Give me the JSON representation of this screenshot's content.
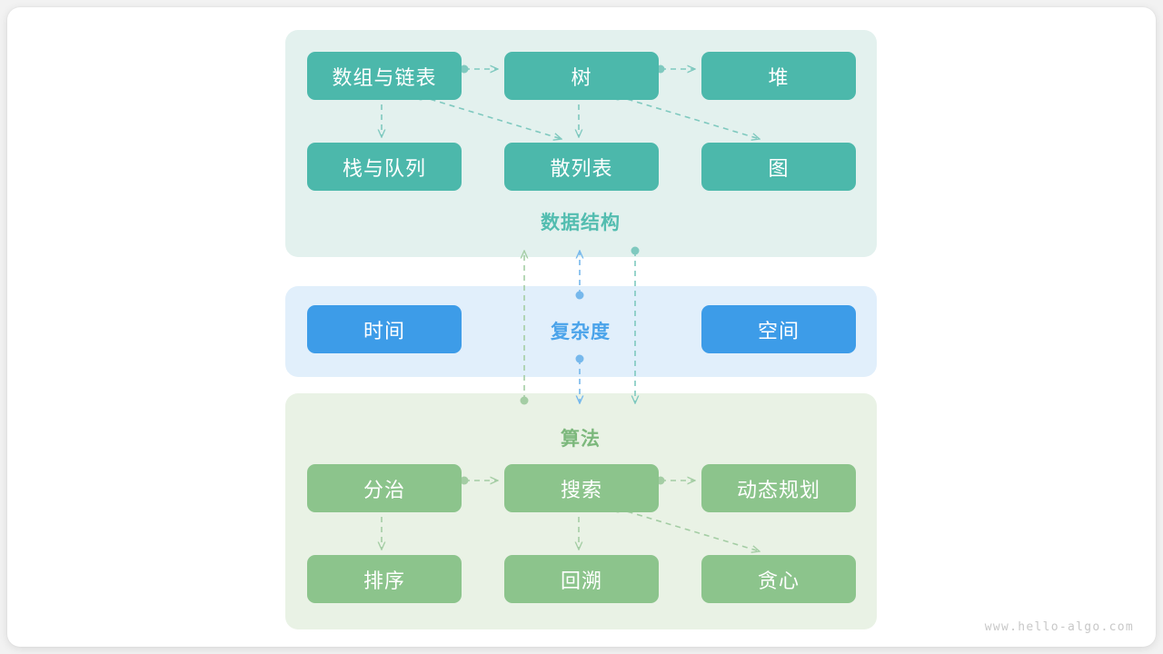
{
  "watermark": "www.hello-algo.com",
  "colors": {
    "page_background": "#f2f2f2",
    "card_background": "#ffffff",
    "data_structure_panel": "#e3f1ee",
    "complexity_panel": "#e1effb",
    "algorithm_panel": "#e9f2e5",
    "teal_node": "#4cb8ab",
    "blue_node": "#3d9ce8",
    "green_node": "#8cc48c",
    "teal_label": "#53bdb0",
    "blue_label": "#4aa3ea",
    "green_label": "#7cb87c",
    "teal_connector": "#7fc9bf",
    "blue_connector": "#76b8ec",
    "green_connector": "#a4cda4",
    "watermark_text": "#c8c8c8"
  },
  "sections": [
    {
      "id": "data-structure",
      "label": "数据结构",
      "nodes": [
        {
          "id": "array-linkedlist",
          "label": "数组与链表"
        },
        {
          "id": "tree",
          "label": "树"
        },
        {
          "id": "heap",
          "label": "堆"
        },
        {
          "id": "stack-queue",
          "label": "栈与队列"
        },
        {
          "id": "hash-table",
          "label": "散列表"
        },
        {
          "id": "graph",
          "label": "图"
        }
      ],
      "edges": [
        {
          "from": "数组与链表",
          "to": "树"
        },
        {
          "from": "树",
          "to": "堆"
        },
        {
          "from": "数组与链表",
          "to": "栈与队列"
        },
        {
          "from": "数组与链表",
          "to": "散列表"
        },
        {
          "from": "树",
          "to": "散列表"
        },
        {
          "from": "树",
          "to": "图"
        }
      ]
    },
    {
      "id": "complexity",
      "label": "复杂度",
      "nodes": [
        {
          "id": "time",
          "label": "时间"
        },
        {
          "id": "space",
          "label": "空间"
        }
      ],
      "edges": []
    },
    {
      "id": "algorithm",
      "label": "算法",
      "nodes": [
        {
          "id": "divide-conquer",
          "label": "分治"
        },
        {
          "id": "search",
          "label": "搜索"
        },
        {
          "id": "dynamic-programming",
          "label": "动态规划"
        },
        {
          "id": "sorting",
          "label": "排序"
        },
        {
          "id": "backtracking",
          "label": "回溯"
        },
        {
          "id": "greedy",
          "label": "贪心"
        }
      ],
      "edges": [
        {
          "from": "分治",
          "to": "搜索"
        },
        {
          "from": "搜索",
          "to": "动态规划"
        },
        {
          "from": "分治",
          "to": "排序"
        },
        {
          "from": "搜索",
          "to": "回溯"
        },
        {
          "from": "搜索",
          "to": "贪心"
        }
      ]
    }
  ],
  "cross_section_edges": [
    {
      "from": "算法",
      "to": "数据结构",
      "color": "green"
    },
    {
      "from": "复杂度",
      "to": "数据结构",
      "color": "blue"
    },
    {
      "from": "复杂度",
      "to": "算法",
      "color": "blue"
    },
    {
      "from": "数据结构",
      "to": "算法",
      "color": "teal"
    }
  ]
}
